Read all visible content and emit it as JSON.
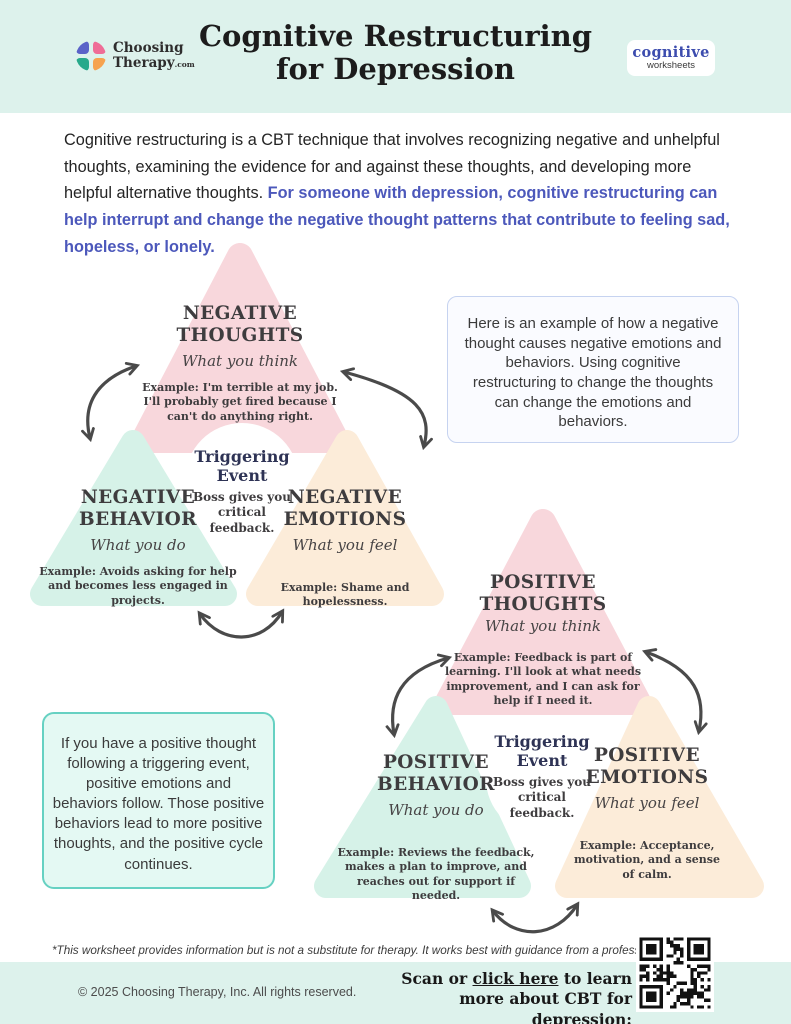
{
  "header": {
    "logo_line1": "Choosing",
    "logo_line2": "Therapy",
    "logo_suffix": ".com",
    "title_line1": "Cognitive Restructuring",
    "title_line2": "for Depression",
    "badge_line1": "cognitive",
    "badge_line2": "worksheets"
  },
  "intro": {
    "black_text": "Cognitive restructuring is a CBT technique that involves recognizing negative and unhelpful thoughts, examining the evidence for and against these thoughts, and developing more helpful alternative thoughts. ",
    "blue_text": "For someone with depression, cognitive restructuring can help interrupt and change the negative thought patterns that contribute to feeling sad, hopeless, or lonely."
  },
  "negative_diagram": {
    "thoughts": {
      "title": "NEGATIVE THOUGHTS",
      "subtitle": "What you think",
      "example": "Example: I'm terrible at my job. I'll probably get fired because I can't do anything right."
    },
    "behavior": {
      "title": "NEGATIVE BEHAVIOR",
      "subtitle": "What you do",
      "example": "Example:  Avoids asking for help and becomes less engaged in projects."
    },
    "emotions": {
      "title": "NEGATIVE EMOTIONS",
      "subtitle": "What you feel",
      "example": "Example: Shame and hopelessness."
    },
    "trigger": {
      "title": "Triggering Event",
      "text": "Boss gives you critical feedback."
    }
  },
  "positive_diagram": {
    "thoughts": {
      "title": "POSITIVE THOUGHTS",
      "subtitle": "What you think",
      "example": "Example: Feedback is part of learning. I'll look at what needs improvement, and I can ask for help if I need it."
    },
    "behavior": {
      "title": "POSITIVE BEHAVIOR",
      "subtitle": "What you do",
      "example": "Example:  Reviews the feedback, makes a plan to improve, and reaches out for support if needed."
    },
    "emotions": {
      "title": "POSITIVE EMOTIONS",
      "subtitle": "What you feel",
      "example": "Example: Acceptance, motivation, and a sense of calm."
    },
    "trigger": {
      "title": "Triggering Event",
      "text": "Boss gives you critical feedback."
    }
  },
  "notes": {
    "negative": "Here is an example of how a negative thought causes negative emotions and behaviors. Using cognitive restructuring to change the thoughts can change the emotions and behaviors.",
    "positive": "If you have a positive thought following a triggering event, positive emotions and behaviors follow. Those positive behaviors lead to more positive thoughts, and the positive cycle continues."
  },
  "footer": {
    "disclaimer": "*This worksheet provides information but is not a substitute for therapy. It works best with guidance from a professional.",
    "copyright": "© 2025 Choosing Therapy, Inc. All rights reserved.",
    "scan_before": "Scan or ",
    "scan_link": "click here",
    "scan_after": " to learn more about CBT for depression:"
  },
  "colors": {
    "header_band": "#ddf2ec",
    "triangle_pink": "#f8d7dc",
    "triangle_mint": "#d6f2e8",
    "triangle_peach": "#fcecd9",
    "intro_highlight": "#4c58bb",
    "trigger_title": "#2e3355",
    "note_negative_border": "#c6d3f0",
    "note_positive_border": "#66d1c2",
    "arrow": "#4a4a4a",
    "badge_accent": "#3c4cae"
  }
}
